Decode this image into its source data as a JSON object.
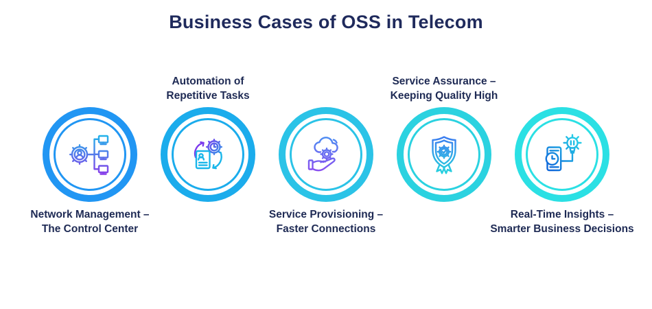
{
  "title": "Business Cases of OSS in Telecom",
  "colors": {
    "background": "#FFFFFF",
    "title": "#1F2A5C",
    "label": "#1E2A54"
  },
  "items": [
    {
      "id": "network-management",
      "label_line1": "Network Management –",
      "label_line2": "The Control Center",
      "label_position": "below",
      "ring_color": "#2196F3",
      "icon": "network-devices-gear-icon",
      "icon_gradient": {
        "from": "#1FB6EA",
        "to": "#8B3BEA"
      }
    },
    {
      "id": "automation",
      "label_line1": "Automation of",
      "label_line2": "Repetitive Tasks",
      "label_position": "above",
      "ring_color": "#1BACEC",
      "icon": "document-gear-cycle-icon",
      "icon_gradient": {
        "from": "#7C3AED",
        "to": "#2E9BE8"
      },
      "icon_colors": {
        "document": "#19B6EA",
        "arrow_top": "#7C3AED",
        "arrow_bottom": "#19B6EA"
      }
    },
    {
      "id": "service-provisioning",
      "label_line1": "Service Provisioning –",
      "label_line2": "Faster Connections",
      "label_position": "below",
      "ring_color": "#2BC3E7",
      "icon": "hand-cloud-gear-icon",
      "icon_gradient": {
        "from": "#4D8BF2",
        "to": "#8B4BF0"
      }
    },
    {
      "id": "service-assurance",
      "label_line1": "Service Assurance –",
      "label_line2": "Keeping Quality High",
      "label_position": "above",
      "ring_color": "#2BD2E0",
      "icon": "shield-badge-check-icon",
      "icon_gradient": {
        "from": "#3B7BF0",
        "to": "#27D4DE"
      }
    },
    {
      "id": "real-time-insights",
      "label_line1": "Real-Time Insights –",
      "label_line2": "Smarter Business Decisions",
      "label_position": "below",
      "ring_color": "#2BE0E4",
      "icon": "phone-clock-lightbulb-icon",
      "icon_gradient": {
        "from": "#28D1E8",
        "to": "#0F68DA"
      }
    }
  ]
}
